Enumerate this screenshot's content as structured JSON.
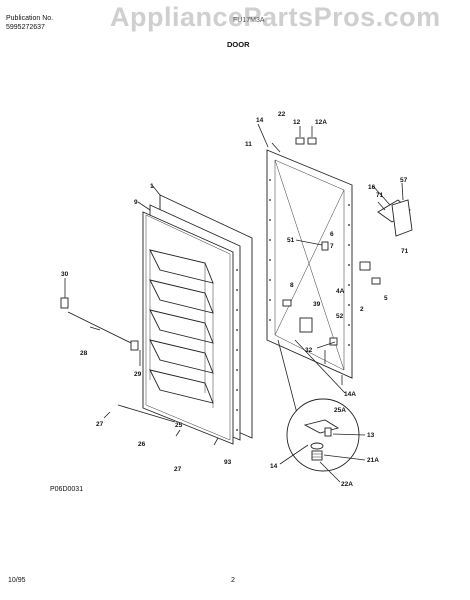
{
  "header": {
    "publication_label": "Publication No.",
    "publication_number": "5995272637",
    "model": "FU17M3A",
    "watermark": "AppliancePartsPros.com"
  },
  "title": "DOOR",
  "figure_code": "P06D0031",
  "footer": {
    "date": "10/95",
    "page": "2"
  },
  "callouts": [
    "22",
    "14",
    "12",
    "12A",
    "11",
    "1",
    "9",
    "16",
    "57",
    "71",
    "71",
    "51",
    "6",
    "7",
    "8",
    "4A",
    "5",
    "2",
    "39",
    "52",
    "32",
    "30",
    "28",
    "29",
    "14A",
    "25A",
    "27",
    "26",
    "25",
    "27",
    "93",
    "13",
    "14",
    "21A",
    "22A"
  ]
}
